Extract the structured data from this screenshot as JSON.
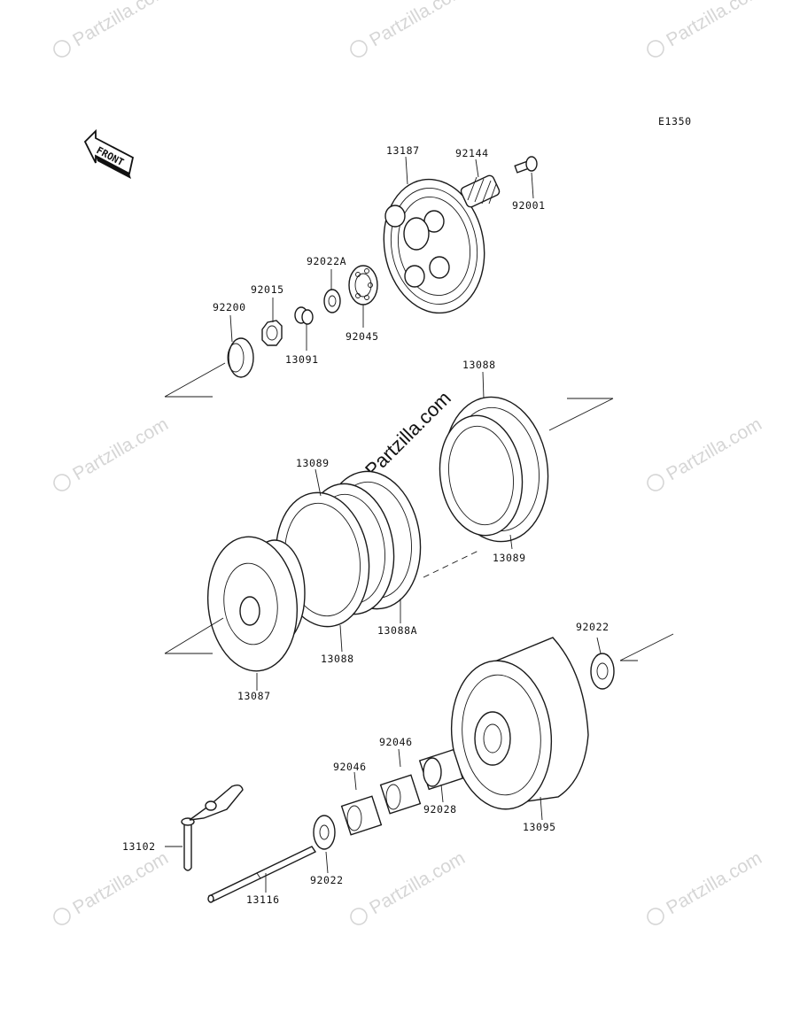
{
  "diagram": {
    "code": "E1350",
    "front_label": "FRONT",
    "watermark_text": "Partzilla.com",
    "watermark_center_text": "Partzilla.com",
    "parts": {
      "p13187": "13187",
      "p92144": "92144",
      "p92001": "92001",
      "p92022A": "92022A",
      "p92015": "92015",
      "p92200": "92200",
      "p13091": "13091",
      "p92045": "92045",
      "p13088_top": "13088",
      "p13089_left": "13089",
      "p13089_right": "13089",
      "p13088A": "13088A",
      "p13088_bottom": "13088",
      "p13087": "13087",
      "p92022_right": "92022",
      "p92046_right": "92046",
      "p92046_left": "92046",
      "p92028": "92028",
      "p13095": "13095",
      "p13102": "13102",
      "p92022_bottom": "92022",
      "p13116": "13116"
    }
  }
}
